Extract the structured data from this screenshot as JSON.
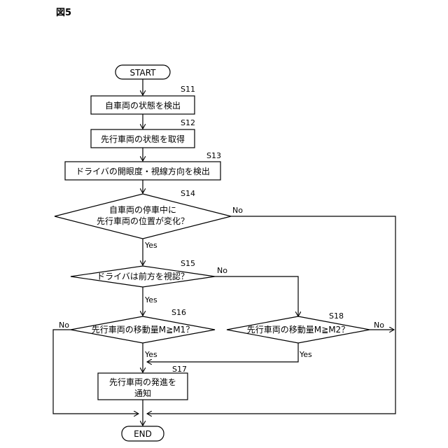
{
  "figure_label": "図5",
  "nodes": {
    "start": "START",
    "s11": {
      "step": "S11",
      "text": "自車両の状態を検出"
    },
    "s12": {
      "step": "S12",
      "text": "先行車両の状態を取得"
    },
    "s13": {
      "step": "S13",
      "text": "ドライバの開眼度・視線方向を検出"
    },
    "s14": {
      "step": "S14",
      "line1": "自車両の停車中に",
      "line2": "先行車両の位置が変化？"
    },
    "s15": {
      "step": "S15",
      "text": "ドライバは前方を視認？"
    },
    "s16": {
      "step": "S16",
      "text": "先行車両の移動量M≧M1？"
    },
    "s18": {
      "step": "S18",
      "text": "先行車両の移動量M≧M2？"
    },
    "s17": {
      "step": "S17",
      "line1": "先行車両の発進を",
      "line2": "通知"
    },
    "end": "END"
  },
  "branch_labels": {
    "s14_no": "No",
    "s14_yes": "Yes",
    "s15_no": "No",
    "s15_yes": "Yes",
    "s16_no": "No",
    "s16_yes": "Yes",
    "s18_no": "No",
    "s18_yes": "Yes"
  }
}
